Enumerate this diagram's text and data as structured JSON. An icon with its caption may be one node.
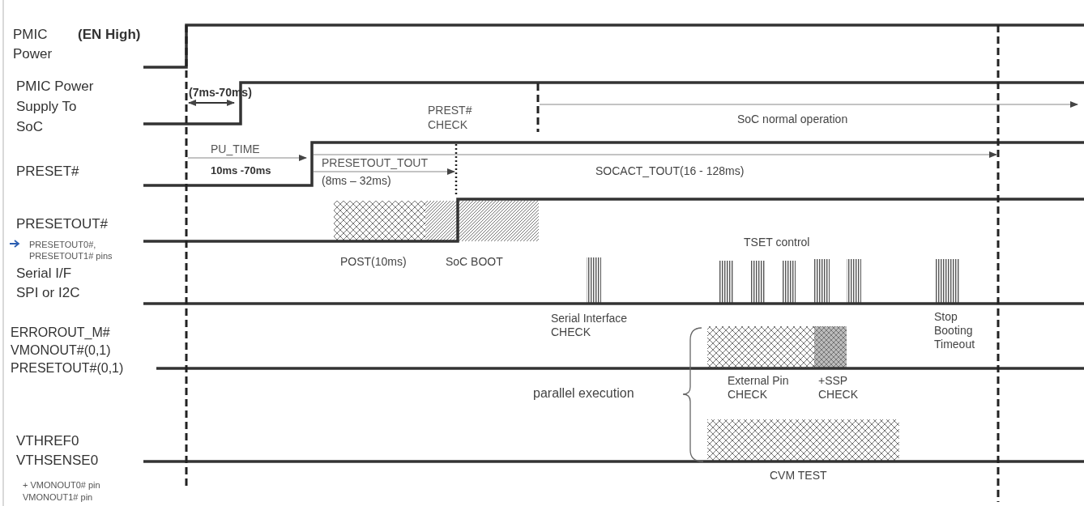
{
  "diagram": {
    "labels": [
      "PMIC Power",
      "(EN High)",
      "PMIC Power Supply To SoC",
      "(7ms-70ms)",
      "PREST# CHECK",
      "SoC normal operation",
      "PU_TIME",
      "10ms -70ms",
      "PRESET#",
      "PRESETOUT_TOUT",
      "(8ms – 32ms)",
      "SOCACT_TOUT(16 - 128ms)",
      "PRESETOUT#",
      "PRESETOUT0#, PRESETOUT1#  pins",
      "POST(10ms)",
      "SoC BOOT",
      "TSET control",
      "Serial I/F SPI or I2C",
      "Serial Interface CHECK",
      "Stop Booting Timeout",
      "ERROROUT_M# VMONOUT#(0,1) PRESETOUT#(0,1)",
      "parallel execution",
      "External Pin CHECK",
      "+SSP CHECK",
      "VTHREF0 VTHSENSE0",
      "CVM TEST",
      "+ VMONOUT0#  pin VMONOUT1#  pin"
    ]
  }
}
